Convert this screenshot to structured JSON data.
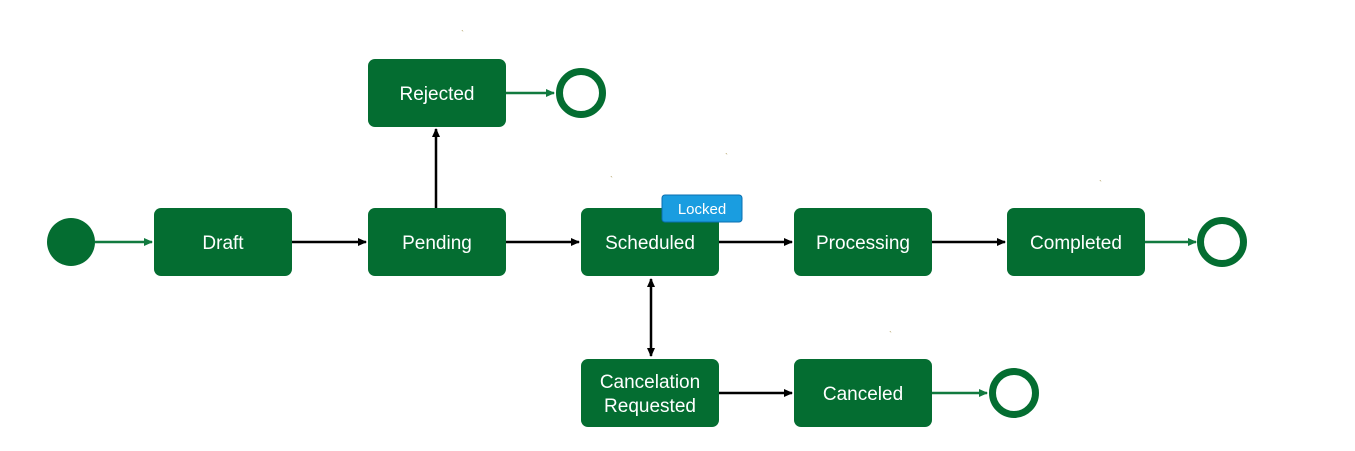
{
  "diagram": {
    "colors": {
      "state_fill": "#046d31",
      "state_text": "#ffffff",
      "arrow_black": "#000000",
      "arrow_green": "#117a3f",
      "badge_fill": "#1a9de0",
      "badge_border": "#0a6fb0",
      "terminal": "#046d31"
    },
    "states": {
      "draft": "Draft",
      "pending": "Pending",
      "rejected": "Rejected",
      "scheduled": "Scheduled",
      "processing": "Processing",
      "completed": "Completed",
      "cancelation_requested_line1": "Cancelation",
      "cancelation_requested_line2": "Requested",
      "canceled": "Canceled"
    },
    "badges": {
      "locked": "Locked"
    },
    "transitions": [
      {
        "from": "initial",
        "to": "Draft"
      },
      {
        "from": "Draft",
        "to": "Pending"
      },
      {
        "from": "Pending",
        "to": "Rejected"
      },
      {
        "from": "Rejected",
        "to": "final"
      },
      {
        "from": "Pending",
        "to": "Scheduled"
      },
      {
        "from": "Scheduled",
        "to": "Processing"
      },
      {
        "from": "Processing",
        "to": "Completed"
      },
      {
        "from": "Completed",
        "to": "final"
      },
      {
        "from": "Scheduled",
        "to": "Cancelation Requested",
        "bidirectional": true
      },
      {
        "from": "Cancelation Requested",
        "to": "Canceled"
      },
      {
        "from": "Canceled",
        "to": "final"
      }
    ]
  }
}
